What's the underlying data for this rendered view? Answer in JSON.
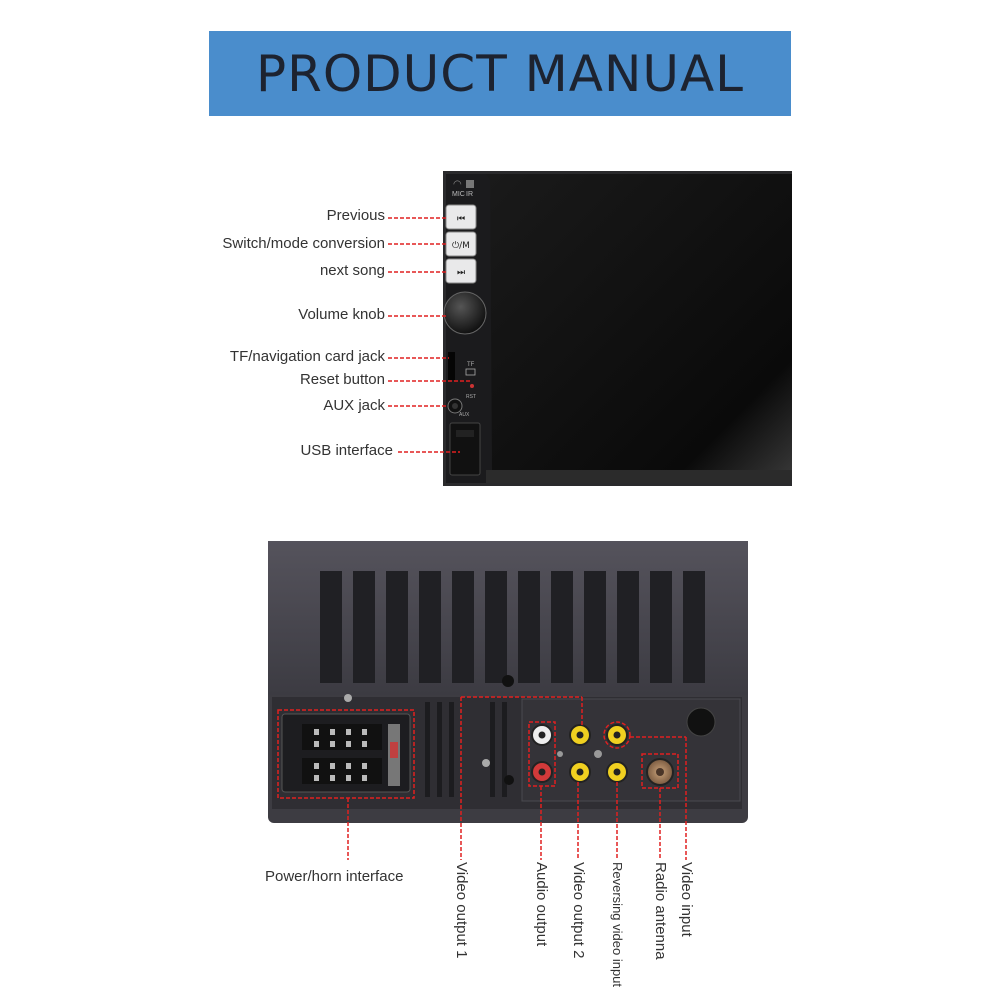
{
  "banner": {
    "title": "PRODUCT MANUAL",
    "color": "#4a8dcc"
  },
  "front_panel": {
    "callouts": [
      {
        "id": "previous",
        "label": "Previous"
      },
      {
        "id": "switch-mode",
        "label": "Switch/mode conversion"
      },
      {
        "id": "next-song",
        "label": "next song"
      },
      {
        "id": "volume-knob",
        "label": "Volume knob"
      },
      {
        "id": "tf-card-jack",
        "label": "TF/navigation card jack"
      },
      {
        "id": "reset-button",
        "label": "Reset button"
      },
      {
        "id": "aux-jack",
        "label": "AUX jack"
      },
      {
        "id": "usb-interface",
        "label": "USB interface"
      }
    ],
    "printed_marks": {
      "mic": "MIC",
      "ir": "IR",
      "mode_button": "⏻/M",
      "tf": "TF",
      "rst": "RST",
      "aux": "AUX"
    }
  },
  "rear_panel": {
    "power_label": "Power/horn interface",
    "vertical_callouts": [
      {
        "id": "video-output-1",
        "label": "Video output 1"
      },
      {
        "id": "audio-output",
        "label": "Audio output"
      },
      {
        "id": "video-output-2",
        "label": "Video output 2"
      },
      {
        "id": "reversing-video-input",
        "label": "Reversing video input"
      },
      {
        "id": "radio-antenna",
        "label": "Radio antenna"
      },
      {
        "id": "video-input",
        "label": "Video input"
      }
    ]
  },
  "colors": {
    "callout_line": "#e02020",
    "device_body": "#3a3a3e",
    "screen": "#111111"
  }
}
